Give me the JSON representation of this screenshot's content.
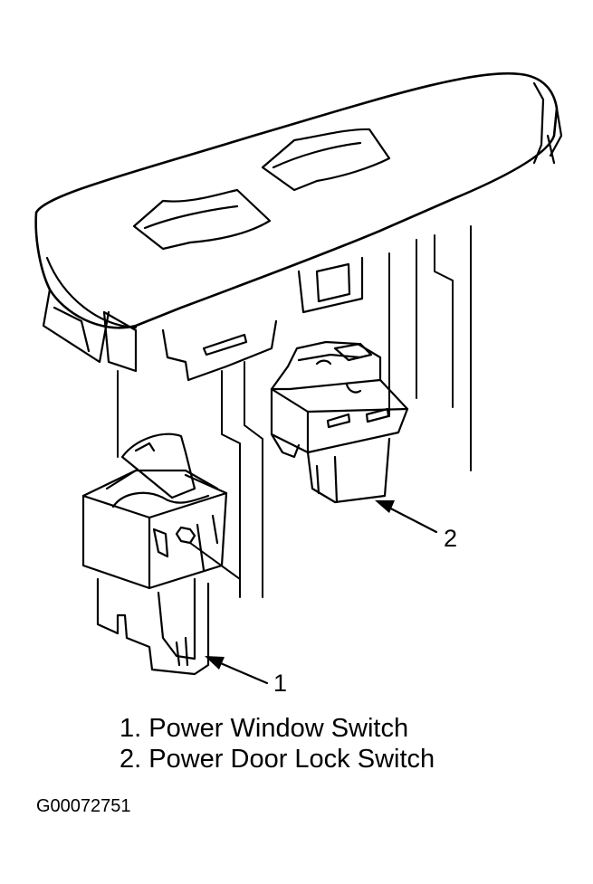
{
  "callouts": [
    {
      "number": "1"
    },
    {
      "number": "2"
    }
  ],
  "legend": [
    {
      "text": "1. Power Window Switch"
    },
    {
      "text": "2. Power Door Lock Switch"
    }
  ],
  "figure_id": "G00072751"
}
